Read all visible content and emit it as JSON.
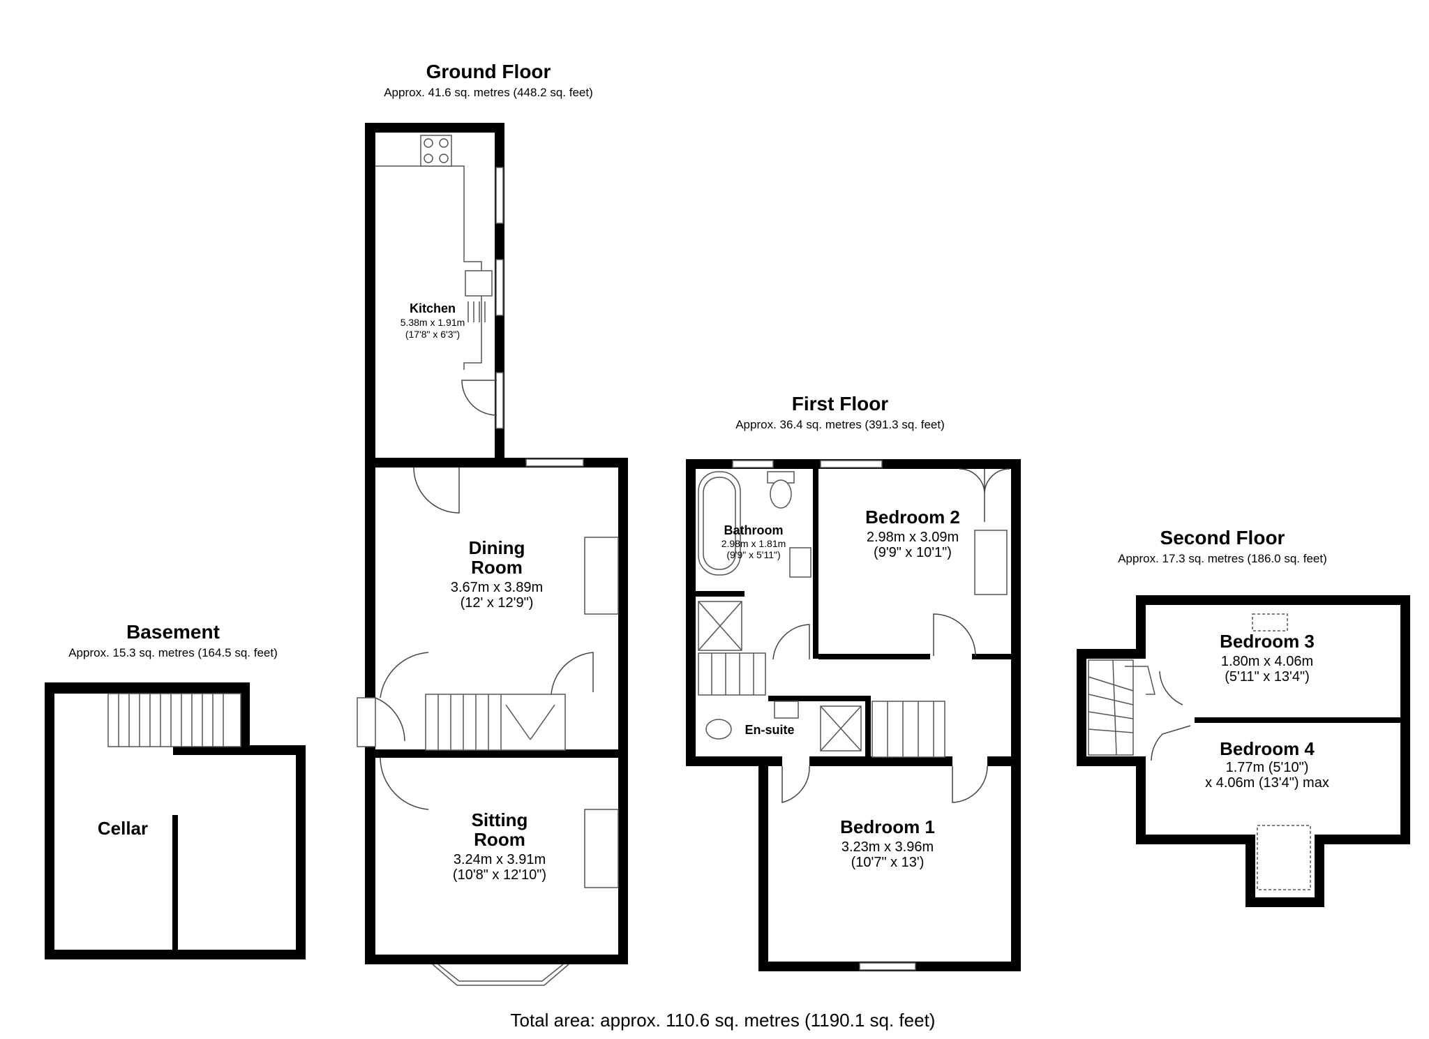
{
  "floors": {
    "ground": {
      "title": "Ground Floor",
      "area": "Approx. 41.6 sq. metres (448.2 sq. feet)"
    },
    "first": {
      "title": "First Floor",
      "area": "Approx. 36.4 sq. metres (391.3 sq. feet)"
    },
    "second": {
      "title": "Second Floor",
      "area": "Approx. 17.3 sq. metres (186.0 sq. feet)"
    },
    "basement": {
      "title": "Basement",
      "area": "Approx. 15.3 sq. metres (164.5 sq. feet)"
    }
  },
  "rooms": {
    "kitchen": {
      "name": "Kitchen",
      "dim_m": "5.38m x 1.91m",
      "dim_ft": "(17'8\" x 6'3\")"
    },
    "dining": {
      "name_line1": "Dining",
      "name_line2": "Room",
      "dim_m": "3.67m x 3.89m",
      "dim_ft": "(12' x 12'9\")"
    },
    "sitting": {
      "name_line1": "Sitting",
      "name_line2": "Room",
      "dim_m": "3.24m x 3.91m",
      "dim_ft": "(10'8\" x 12'10\")"
    },
    "cellar": {
      "name": "Cellar"
    },
    "bathroom": {
      "name": "Bathroom",
      "dim_m": "2.98m x 1.81m",
      "dim_ft": "(9'9\" x 5'11\")"
    },
    "bedroom2": {
      "name": "Bedroom 2",
      "dim_m": "2.98m x 3.09m",
      "dim_ft": "(9'9\" x 10'1\")"
    },
    "ensuite": {
      "name": "En-suite"
    },
    "bedroom1": {
      "name": "Bedroom 1",
      "dim_m": "3.23m x 3.96m",
      "dim_ft": "(10'7\" x 13')"
    },
    "bedroom3": {
      "name": "Bedroom 3",
      "dim_m": "1.80m x 4.06m",
      "dim_ft": "(5'11\" x 13'4\")"
    },
    "bedroom4": {
      "name": "Bedroom 4",
      "dim_line1": "1.77m (5'10\")",
      "dim_line2": "x 4.06m (13'4\") max"
    }
  },
  "total": "Total area: approx. 110.6 sq. metres (1190.1 sq. feet)"
}
